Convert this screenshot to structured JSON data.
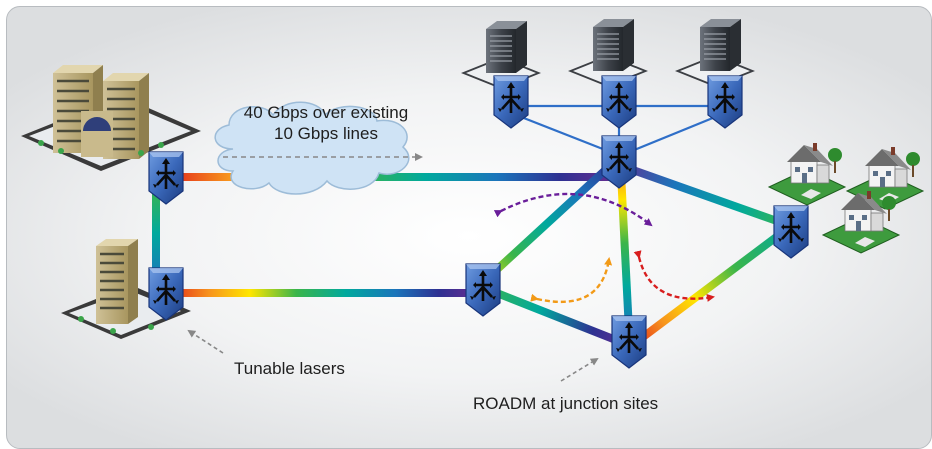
{
  "labels": {
    "cloud_line1": "40 Gbps over existing",
    "cloud_line2": "10 Gbps lines",
    "tunable_lasers": "Tunable lasers",
    "roadm": "ROADM at junction sites"
  },
  "icons": {
    "node": "roadm-node-icon",
    "tower": "office-tower-icon",
    "campus": "office-campus-icon",
    "server": "server-icon",
    "house": "house-icon",
    "cloud": "cloud-icon"
  },
  "colors": {
    "node_face": "#3a68ba",
    "node_edge": "#1c3c80",
    "blue_link": "#2f6fc8",
    "arrow_purple": "#6a1e9a",
    "arrow_orange": "#f29a17",
    "arrow_red": "#d81e1e",
    "arrow_gray": "#888888",
    "spectrum": [
      "#e2231a",
      "#f7941d",
      "#ffe600",
      "#3bb54a",
      "#00a99d",
      "#1b75bb",
      "#2e3192",
      "#662d91"
    ]
  }
}
